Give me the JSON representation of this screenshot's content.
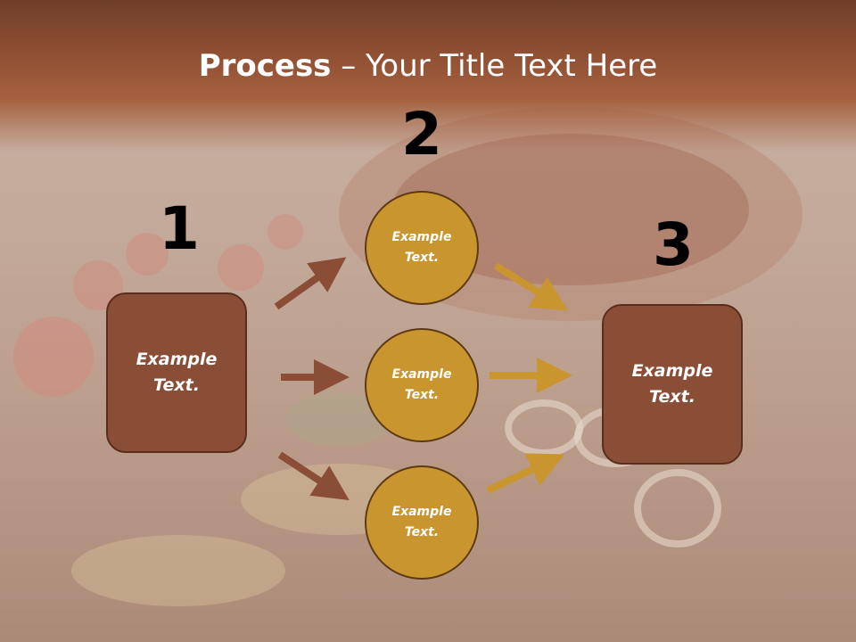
{
  "title": {
    "bold": "Process",
    "rest": " – Your Title Text Here"
  },
  "steps": {
    "n1": "1",
    "n2": "2",
    "n3": "3"
  },
  "boxes": {
    "left": "Example\nText.",
    "right": "Example\nText."
  },
  "circles": [
    {
      "label": "Example\nText."
    },
    {
      "label": "Example\nText."
    },
    {
      "label": "Example\nText."
    }
  ],
  "colors": {
    "box": "#8a4d35",
    "circle": "#c9952f",
    "arrow_brown": "#8a4d35",
    "arrow_gold": "#c9952f"
  }
}
